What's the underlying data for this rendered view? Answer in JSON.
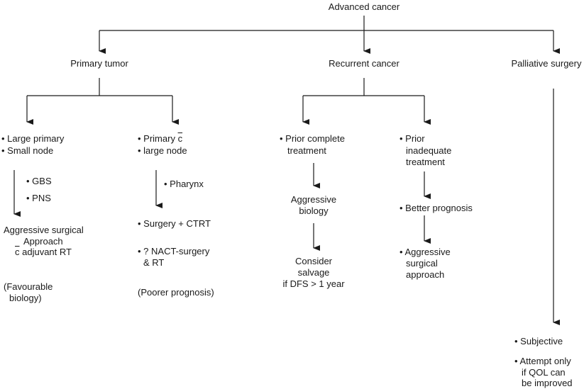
{
  "root": "Advanced cancer",
  "primary_tumor": {
    "title": "Primary tumor",
    "left": {
      "bullets": [
        "• Large primary",
        "• Small node"
      ],
      "sub_bullets": [
        "• GBS",
        "• PNS"
      ],
      "outcome": [
        "Aggressive surgical",
        "Approach",
        "c",
        "adjuvant RT"
      ],
      "note": [
        "(Favourable",
        "biology)"
      ]
    },
    "right": {
      "bullets_line1": "• Primary ",
      "bullets_line1_c": "c",
      "bullets_line2": "• large node",
      "sub_bullets": [
        "• Pharynx"
      ],
      "outcomes": [
        "• Surgery + CTRT",
        "• ? NACT-surgery",
        "& RT"
      ],
      "note": "(Poorer prognosis)"
    }
  },
  "recurrent_cancer": {
    "title": "Recurrent cancer",
    "left": {
      "bullet": [
        "• Prior complete",
        "treatment"
      ],
      "step": [
        "Aggressive",
        "biology"
      ],
      "outcome": [
        "Consider",
        "salvage",
        "if DFS > 1 year"
      ]
    },
    "right": {
      "bullet": [
        "• Prior",
        "inadequate",
        "treatment"
      ],
      "step": "• Better prognosis",
      "outcome": [
        "• Aggressive",
        "surgical",
        "approach"
      ]
    }
  },
  "palliative_surgery": {
    "title": "Palliative surgery",
    "bullets": [
      "• Subjective",
      "• Attempt only",
      "if QOL can",
      "be improved"
    ]
  },
  "colors": {
    "line": "#1a1a1a",
    "text": "#1a1a1a",
    "background": "#ffffff"
  }
}
